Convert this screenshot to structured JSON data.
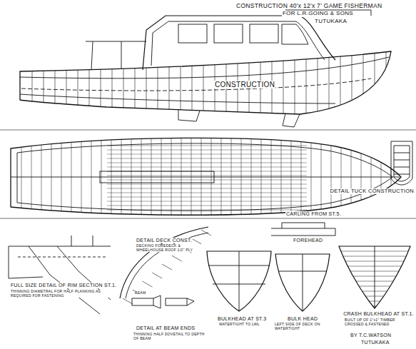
{
  "diagram": {
    "title": "CONSTRUCTION 40'x 12'x 7' GAME FISHERMAN",
    "labels": [
      "FOR L.R.GOING & SONS",
      "TUTUKAKA",
      "CONSTRUCTION",
      "DETAIL TUCK CONSTRUCTION",
      "FULL SIZE DETAIL OF RIM SECTION ST.1.",
      "THINNING DIAMETRAL FOR HALF PLANKING AS REQUIRED FOR FASTENING",
      "DETAIL DECK CONST.",
      "DECKING FOREDECK & WHEELHOUSE ROOF 1/2\" PLY",
      "CARLING FROM ST.5.",
      "FOREHEAD",
      "CRASH BULKHEAD AT ST.1.",
      "BUILT UP OF 1\"x1\" TIMBER CROSSED & FASTENED",
      "DETAIL AT BEAM ENDS",
      "BEAM",
      "BULKHEAD AT ST.3",
      "WATERTIGHT TO LWL",
      "BULK HEAD",
      "LEFT SIDE OF DECK ON WATERTIGHT",
      "BY T.C.WATSON",
      "TUTUKAKA",
      "THINNING HALF DOVETAIL TO DEPTH OF BEAM"
    ]
  }
}
